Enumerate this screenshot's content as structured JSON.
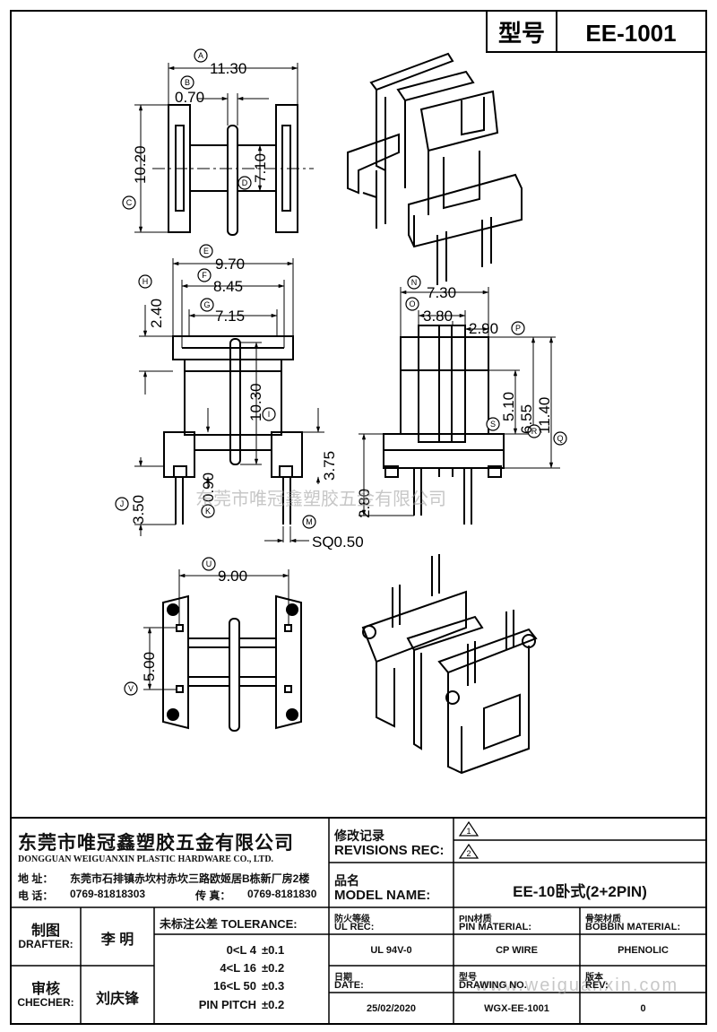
{
  "header": {
    "type_label": "型号",
    "model_code": "EE-1001"
  },
  "dimensions": {
    "A": "11.30",
    "B": "0.70",
    "C": "10.20",
    "D": "7.10",
    "E": "9.70",
    "F": "8.45",
    "G": "7.15",
    "H": "2.40",
    "I": "10.30",
    "J": "3.50",
    "K": "0.90",
    "L": "3.75",
    "M": "2.80",
    "SQ": "SQ0.50",
    "N": "7.30",
    "O": "3.80",
    "P": "2.90",
    "S": "5.10",
    "R": "6.55",
    "Q": "11.40",
    "U": "9.00",
    "V": "5.00"
  },
  "markers": [
    "A",
    "B",
    "C",
    "D",
    "E",
    "F",
    "G",
    "H",
    "I",
    "J",
    "K",
    "M",
    "N",
    "O",
    "P",
    "Q",
    "R",
    "S",
    "U",
    "V"
  ],
  "watermarks": {
    "center": "东莞市唯冠鑫塑胶五金有限公司",
    "url": "www.weiguanxin.com"
  },
  "company": {
    "name_cn": "东莞市唯冠鑫塑胶五金有限公司",
    "name_en": "DONGGUAN WEIGUANXIN PLASTIC HARDWARE CO., LTD.",
    "address_label": "地  址：",
    "address": "东莞市石排镇赤坎村赤坎三路欧姬居B栋新厂房2楼",
    "phone_label": "电  话：",
    "phone": "0769-81818303",
    "fax_label": "传  真：",
    "fax": "0769-8181830"
  },
  "revisions": {
    "label_cn": "修改记录",
    "label_en": "REVISIONS REC:",
    "rev1": "1",
    "rev2": "2"
  },
  "model": {
    "label_cn": "品名",
    "label_en": "MODEL NAME:",
    "value": "EE-10卧式(2+2PIN)"
  },
  "drafter": {
    "label_cn": "制图",
    "label_en": "DRAFTER:",
    "name": "李  明"
  },
  "checker": {
    "label_cn": "审核",
    "label_en": "CHECHER:",
    "name": "刘庆锋"
  },
  "tolerance": {
    "title": "未标注公差 TOLERANCE:",
    "rows": [
      {
        "range": "0<L  4",
        "value": "±0.1"
      },
      {
        "range": "4<L  16",
        "value": "±0.2"
      },
      {
        "range": "16<L  50",
        "value": "±0.3"
      },
      {
        "range": "PIN PITCH",
        "value": "±0.2"
      }
    ]
  },
  "specs": {
    "ul_label_cn": "防火等级",
    "ul_label_en": "UL REC:",
    "ul_value": "UL 94V-0",
    "pin_label_cn": "PIN材质",
    "pin_label_en": "PIN MATERIAL:",
    "pin_value": "CP WIRE",
    "bobbin_label_cn": "骨架材质",
    "bobbin_label_en": "BOBBIN MATERIAL:",
    "bobbin_value": "PHENOLIC",
    "date_label_cn": "日期",
    "date_label_en": "DATE:",
    "date_value": "25/02/2020",
    "drawing_label_cn": "型号",
    "drawing_label_en": "DRAWING NO.",
    "drawing_value": "WGX-EE-1001",
    "rev_label_cn": "版本",
    "rev_label_en": "REV:",
    "rev_value": "0"
  }
}
